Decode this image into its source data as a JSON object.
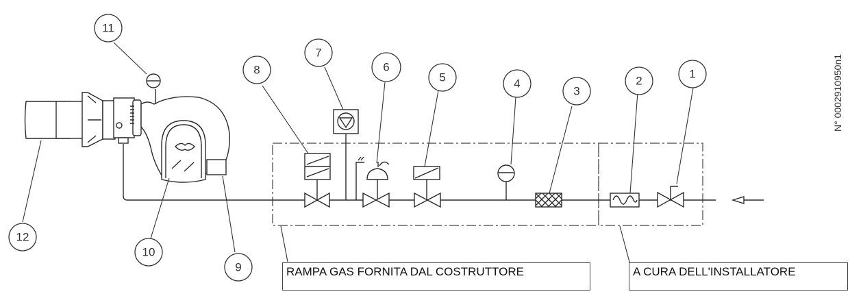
{
  "title": "Gas train connection diagram",
  "document_number": "N° 0002910950n1",
  "callouts": [
    {
      "id": "1",
      "component": "manual-shutoff-valve"
    },
    {
      "id": "2",
      "component": "anti-vibration-joint"
    },
    {
      "id": "3",
      "component": "gas-filter"
    },
    {
      "id": "4",
      "component": "pressure-gauge"
    },
    {
      "id": "5",
      "component": "safety-solenoid-valve"
    },
    {
      "id": "6",
      "component": "pressure-regulator"
    },
    {
      "id": "7",
      "component": "valve-leak-control"
    },
    {
      "id": "8",
      "component": "double-solenoid-valve"
    },
    {
      "id": "9",
      "component": "gas-pressure-switch"
    },
    {
      "id": "10",
      "component": "butterfly-valve"
    },
    {
      "id": "11",
      "component": "pressure-gauge-burner"
    },
    {
      "id": "12",
      "component": "burner-head"
    }
  ],
  "labels": {
    "supplied_by_manufacturer": "RAMPA GAS FORNITA DAL COSTRUTTORE",
    "by_installer": "A CURA DELL'INSTALLATORE"
  },
  "colors": {
    "line": "#2a2a2a",
    "background": "#ffffff"
  }
}
